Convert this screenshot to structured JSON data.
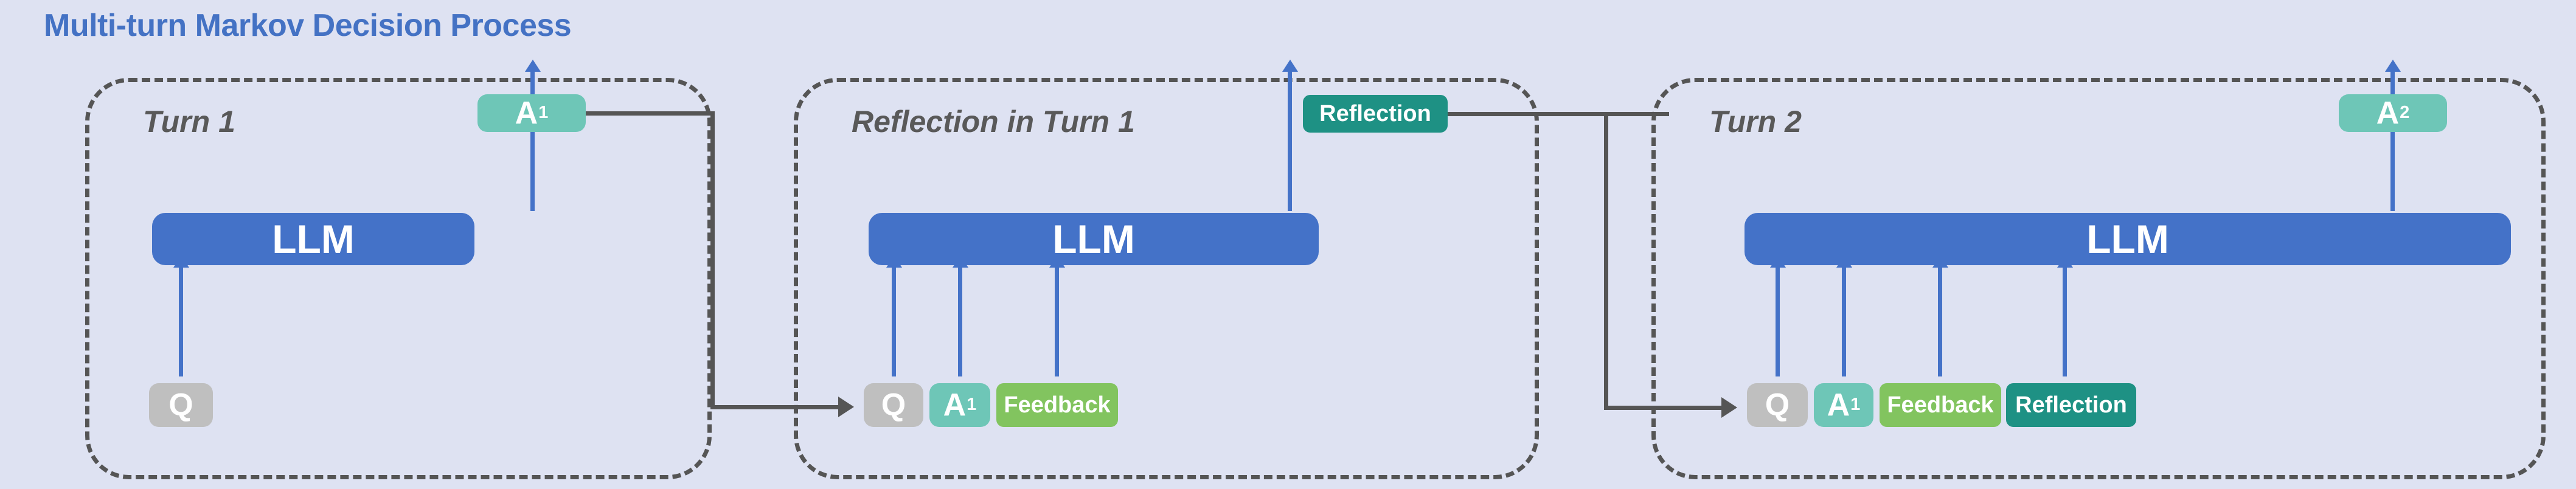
{
  "title": "Multi-turn Markov Decision Process",
  "colors": {
    "background": "#dee2f2",
    "title_blue": "#4472c4",
    "llm_blue": "#4472c8",
    "panel_label_gray": "#595959",
    "panel_border_gray": "#555555",
    "q_gray": "#bfbfbf",
    "answer_teal": "#6ec6b7",
    "feedback_green": "#82c45f",
    "reflection_teal": "#1e9184",
    "arrow_blue": "#4472c8",
    "connector_gray": "#555555"
  },
  "panels": [
    {
      "id": "turn1",
      "label": "Turn 1",
      "llm_label": "LLM",
      "inputs": [
        {
          "label": "Q",
          "sub": "",
          "kind": "q"
        }
      ],
      "output": {
        "label": "A",
        "sub": "1",
        "kind": "answer"
      }
    },
    {
      "id": "reflection-turn1",
      "label": "Reflection in Turn 1",
      "llm_label": "LLM",
      "inputs": [
        {
          "label": "Q",
          "sub": "",
          "kind": "q"
        },
        {
          "label": "A",
          "sub": "1",
          "kind": "answer"
        },
        {
          "label": "Feedback",
          "sub": "",
          "kind": "feedback"
        }
      ],
      "output": {
        "label": "Reflection",
        "sub": "",
        "kind": "reflection"
      }
    },
    {
      "id": "turn2",
      "label": "Turn 2",
      "llm_label": "LLM",
      "inputs": [
        {
          "label": "Q",
          "sub": "",
          "kind": "q"
        },
        {
          "label": "A",
          "sub": "1",
          "kind": "answer"
        },
        {
          "label": "Feedback",
          "sub": "",
          "kind": "feedback"
        },
        {
          "label": "Reflection",
          "sub": "",
          "kind": "reflection"
        }
      ],
      "output": {
        "label": "A",
        "sub": "2",
        "kind": "answer"
      }
    }
  ],
  "connectors": [
    {
      "id": "a1-to-reflection-inputs",
      "from": "turn1.output",
      "to": "reflection-turn1.inputs"
    },
    {
      "id": "reflection-to-turn2-inputs",
      "from": "reflection-turn1.output",
      "to": "turn2.inputs"
    }
  ]
}
